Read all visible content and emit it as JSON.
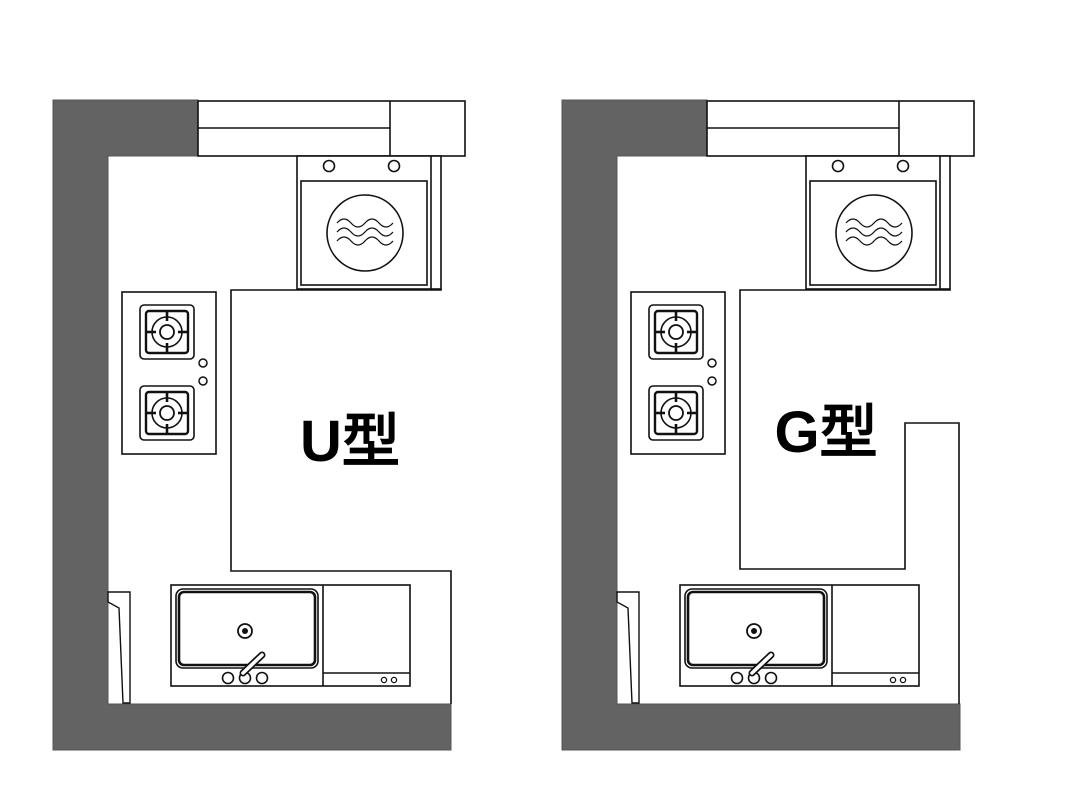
{
  "colors": {
    "wall": "#636363",
    "line": "#111111",
    "background": "#ffffff"
  },
  "plans": [
    {
      "id": "u",
      "label": "U型"
    },
    {
      "id": "g",
      "label": "G型"
    }
  ]
}
